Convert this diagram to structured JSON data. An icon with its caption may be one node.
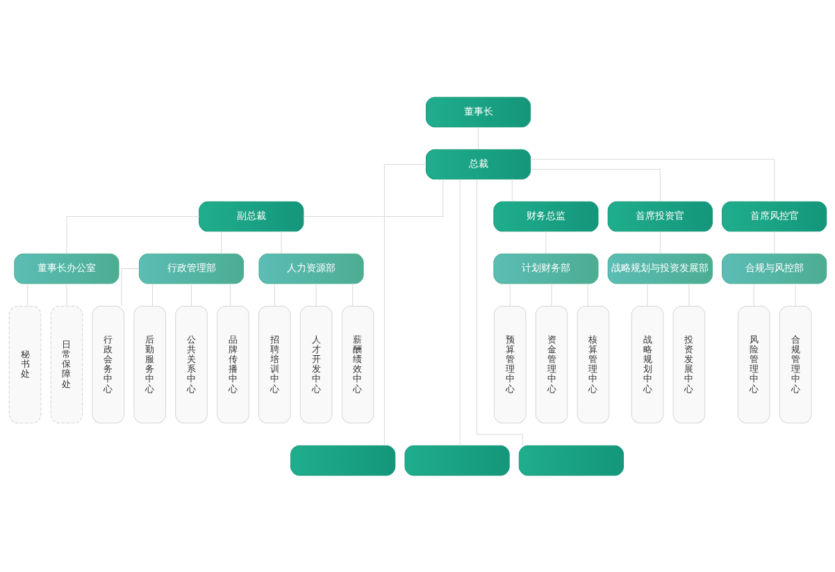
{
  "diagram": {
    "nodes": [
      {
        "text": [
          "董事长"
        ]
      },
      {
        "text": [
          "总裁"
        ]
      },
      {
        "text": [
          "副总裁"
        ]
      },
      {
        "text": [
          "财务总监"
        ]
      },
      {
        "text": [
          "首席投资官"
        ]
      },
      {
        "text": [
          "首席风控官"
        ]
      },
      {
        "text": [
          "董事长办公室"
        ]
      },
      {
        "text": [
          "行政管理部"
        ]
      },
      {
        "text": [
          "人力资源部"
        ]
      },
      {
        "text": [
          "计划财务部"
        ]
      },
      {
        "text": [
          "战略规划与投资发展部"
        ]
      },
      {
        "text": [
          "合规与风控部"
        ]
      },
      {
        "text": [
          "秘书处"
        ]
      },
      {
        "text": [
          "日常保障处"
        ]
      },
      {
        "text": [
          "行政会务中心"
        ]
      },
      {
        "text": [
          "后勤服务中心"
        ]
      },
      {
        "text": [
          "公共关系中心"
        ]
      },
      {
        "text": [
          "品牌传播中心"
        ]
      },
      {
        "text": [
          "招聘培训中心"
        ]
      },
      {
        "text": [
          "人才开发中心"
        ]
      },
      {
        "text": [
          "薪酬绩效中心"
        ]
      },
      {
        "text": [
          "预算管理中心"
        ]
      },
      {
        "text": [
          "资金管理中心"
        ]
      },
      {
        "text": [
          "核算管理中心"
        ]
      },
      {
        "text": [
          "战略规划中心"
        ]
      },
      {
        "text": [
          "投资发展中心"
        ]
      },
      {
        "text": [
          "风险管理中心"
        ]
      },
      {
        "text": [
          "合规管理中心"
        ]
      },
      {
        "text": [],
        "shape": "box"
      },
      {
        "text": [],
        "shape": "box"
      },
      {
        "text": [],
        "shape": "box"
      }
    ],
    "edges": [
      {
        "from": 0,
        "to": 1,
        "arrow": "none"
      },
      {
        "from": 1,
        "to": 2,
        "arrow": "none"
      },
      {
        "from": 1,
        "to": 28,
        "arrow": "none"
      },
      {
        "from": 1,
        "to": 29,
        "arrow": "none"
      },
      {
        "from": 1,
        "to": 30,
        "arrow": "none"
      },
      {
        "from": 1,
        "to": 3,
        "arrow": "none"
      },
      {
        "from": 1,
        "to": 4,
        "arrow": "none"
      },
      {
        "from": 1,
        "to": 5,
        "arrow": "none"
      },
      {
        "from": 2,
        "to": 6,
        "arrow": "none"
      },
      {
        "from": 2,
        "to": 7,
        "arrow": "none"
      },
      {
        "from": 2,
        "to": 8,
        "arrow": "none"
      },
      {
        "from": 3,
        "to": 9,
        "arrow": "none"
      },
      {
        "from": 4,
        "to": 10,
        "arrow": "none"
      },
      {
        "from": 5,
        "to": 11,
        "arrow": "none"
      },
      {
        "from": 6,
        "to": 12,
        "arrow": "none"
      },
      {
        "from": 6,
        "to": 13,
        "arrow": "none"
      },
      {
        "from": 7,
        "to": 14,
        "arrow": "none"
      },
      {
        "from": 7,
        "to": 15,
        "arrow": "none"
      },
      {
        "from": 7,
        "to": 16,
        "arrow": "none"
      },
      {
        "from": 7,
        "to": 17,
        "arrow": "none"
      },
      {
        "from": 8,
        "to": 18,
        "arrow": "none"
      },
      {
        "from": 8,
        "to": 19,
        "arrow": "none"
      },
      {
        "from": 8,
        "to": 20,
        "arrow": "none"
      },
      {
        "from": 9,
        "to": 21,
        "arrow": "none"
      },
      {
        "from": 9,
        "to": 22,
        "arrow": "none"
      },
      {
        "from": 9,
        "to": 23,
        "arrow": "none"
      },
      {
        "from": 10,
        "to": 24,
        "arrow": "none"
      },
      {
        "from": 10,
        "to": 25,
        "arrow": "none"
      },
      {
        "from": 11,
        "to": 26,
        "arrow": "none"
      },
      {
        "from": 11,
        "to": 27,
        "arrow": "none"
      }
    ]
  }
}
